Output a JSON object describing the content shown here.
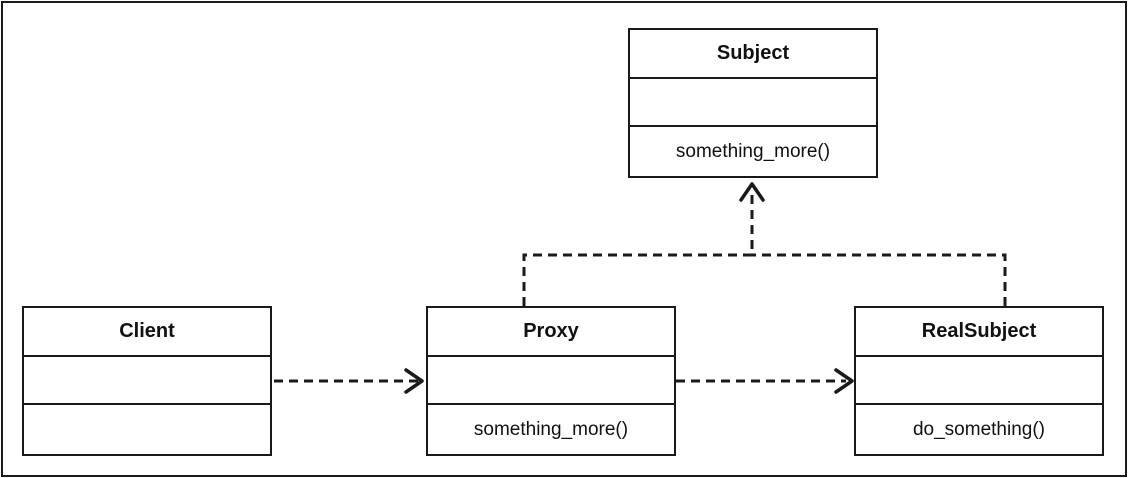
{
  "diagram": {
    "classes": {
      "subject": {
        "name": "Subject",
        "attributes": "",
        "operations": "something_more()"
      },
      "client": {
        "name": "Client",
        "attributes": "",
        "operations": ""
      },
      "proxy": {
        "name": "Proxy",
        "attributes": "",
        "operations": "something_more()"
      },
      "realsubject": {
        "name": "RealSubject",
        "attributes": "",
        "operations": "do_something()"
      }
    },
    "relationships": [
      {
        "from": "Client",
        "to": "Proxy",
        "style": "dashed",
        "arrow": "open"
      },
      {
        "from": "Proxy",
        "to": "RealSubject",
        "style": "dashed",
        "arrow": "open"
      },
      {
        "from": "Proxy",
        "to": "Subject",
        "style": "dashed",
        "arrow": "open"
      },
      {
        "from": "RealSubject",
        "to": "Subject",
        "style": "dashed",
        "arrow": "open"
      }
    ],
    "colors": {
      "line": "#1a1a1a",
      "background": "#ffffff"
    }
  }
}
